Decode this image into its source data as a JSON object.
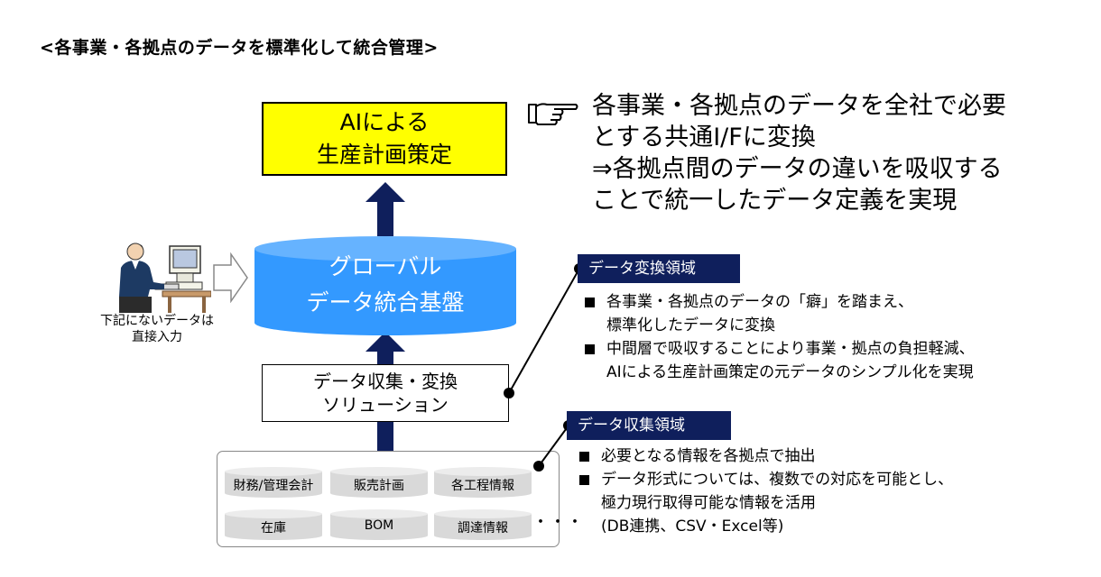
{
  "title": "<各事業・各拠点のデータを標準化して統合管理>",
  "ai_box": {
    "lines": [
      "AIによる",
      "生産計画策定"
    ]
  },
  "note": {
    "icon": "pointing-hand-icon",
    "lines": [
      "各事業・各拠点のデータを全社で必要",
      "とする共通I/Fに変換",
      "⇒各拠点間のデータの違いを吸収する",
      "ことで統一したデータ定義を実現"
    ]
  },
  "database": {
    "lines": [
      "グローバル",
      "データ統合基盤"
    ],
    "color": "#3399ff"
  },
  "user": {
    "icon": "person-at-computer-icon",
    "caption": [
      "下記にないデータは",
      "直接入力"
    ]
  },
  "solution": {
    "lines": [
      "データ収集・変換",
      "ソリューション"
    ]
  },
  "sources": {
    "items": [
      "財務/管理会計",
      "販売計画",
      "各工程情報",
      "在庫",
      "BOM",
      "調達情報"
    ],
    "more": "・・・"
  },
  "conversion_region": {
    "tag": "データ変換領域",
    "bullets": [
      [
        "各事業・各拠点のデータの「癖」を踏まえ、",
        "標準化したデータに変換"
      ],
      [
        "中間層で吸収することにより事業・拠点の負担軽減、",
        "AIによる生産計画策定の元データのシンプル化を実現"
      ]
    ]
  },
  "collection_region": {
    "tag": "データ収集領域",
    "bullets": [
      [
        "必要となる情報を各拠点で抽出"
      ],
      [
        "データ形式については、複数での対応を可能とし、",
        "極力現行取得可能な情報を活用",
        "(DB連携、CSV・Excel等)"
      ]
    ]
  },
  "colors": {
    "accent_navy": "#0f1f5c",
    "highlight_yellow": "#ffff00",
    "db_blue": "#3399ff"
  }
}
